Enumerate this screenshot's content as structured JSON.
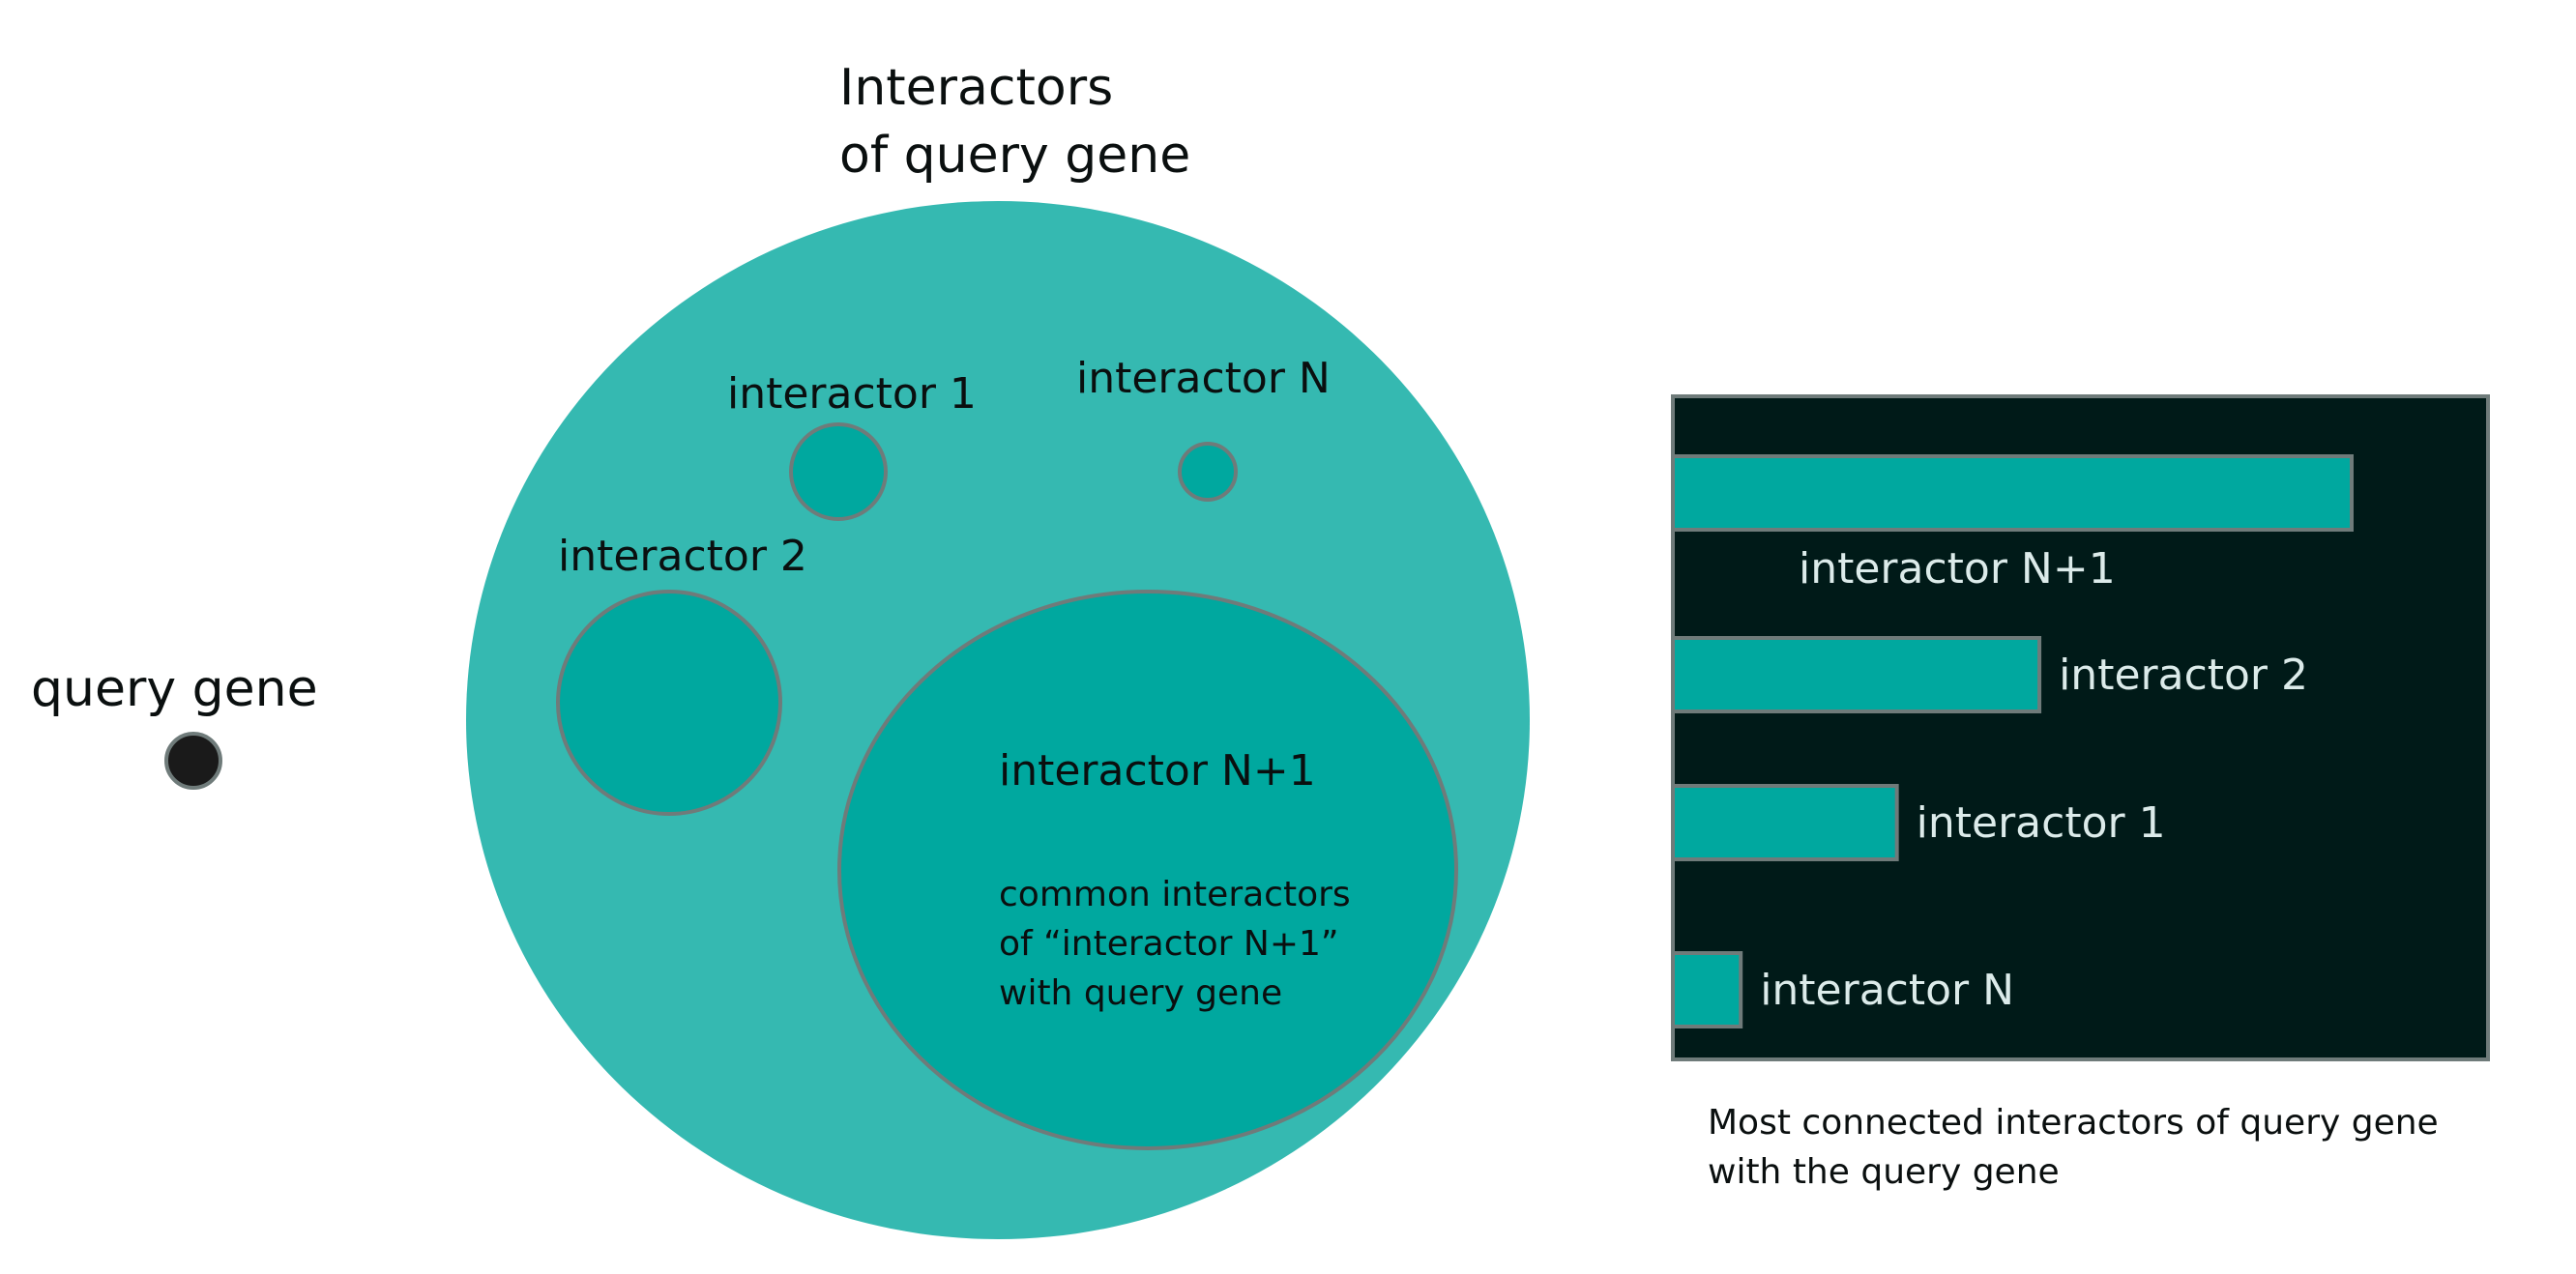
{
  "colors": {
    "background": "#ffffff",
    "big_circle": "#35b9b1",
    "inner_circle": "#00a89f",
    "outline": "#6f7b7a",
    "query_dot": "#1a1a1a",
    "panel_bg": "#001a18",
    "bar_fill": "#00a89f",
    "text_dark": "#0a0f0f",
    "text_light": "#dcebea"
  },
  "query": {
    "label": "query gene"
  },
  "set": {
    "title_line1": "Interactors",
    "title_line2": "of query gene"
  },
  "interactors": {
    "one": {
      "label": "interactor 1"
    },
    "two": {
      "label": "interactor 2"
    },
    "n": {
      "label": "interactor N"
    },
    "n1": {
      "label": "interactor N+1",
      "desc_line1": "common interactors",
      "desc_line2": "of “interactor N+1”",
      "desc_line3": "with query gene"
    }
  },
  "panel": {
    "bars": [
      {
        "label": "interactor N+1",
        "value": 100
      },
      {
        "label": "interactor 2",
        "value": 54
      },
      {
        "label": "interactor 1",
        "value": 33
      },
      {
        "label": "interactor N",
        "value": 10
      }
    ],
    "caption_line1": "Most connected interactors of query gene",
    "caption_line2": "with the query gene"
  }
}
